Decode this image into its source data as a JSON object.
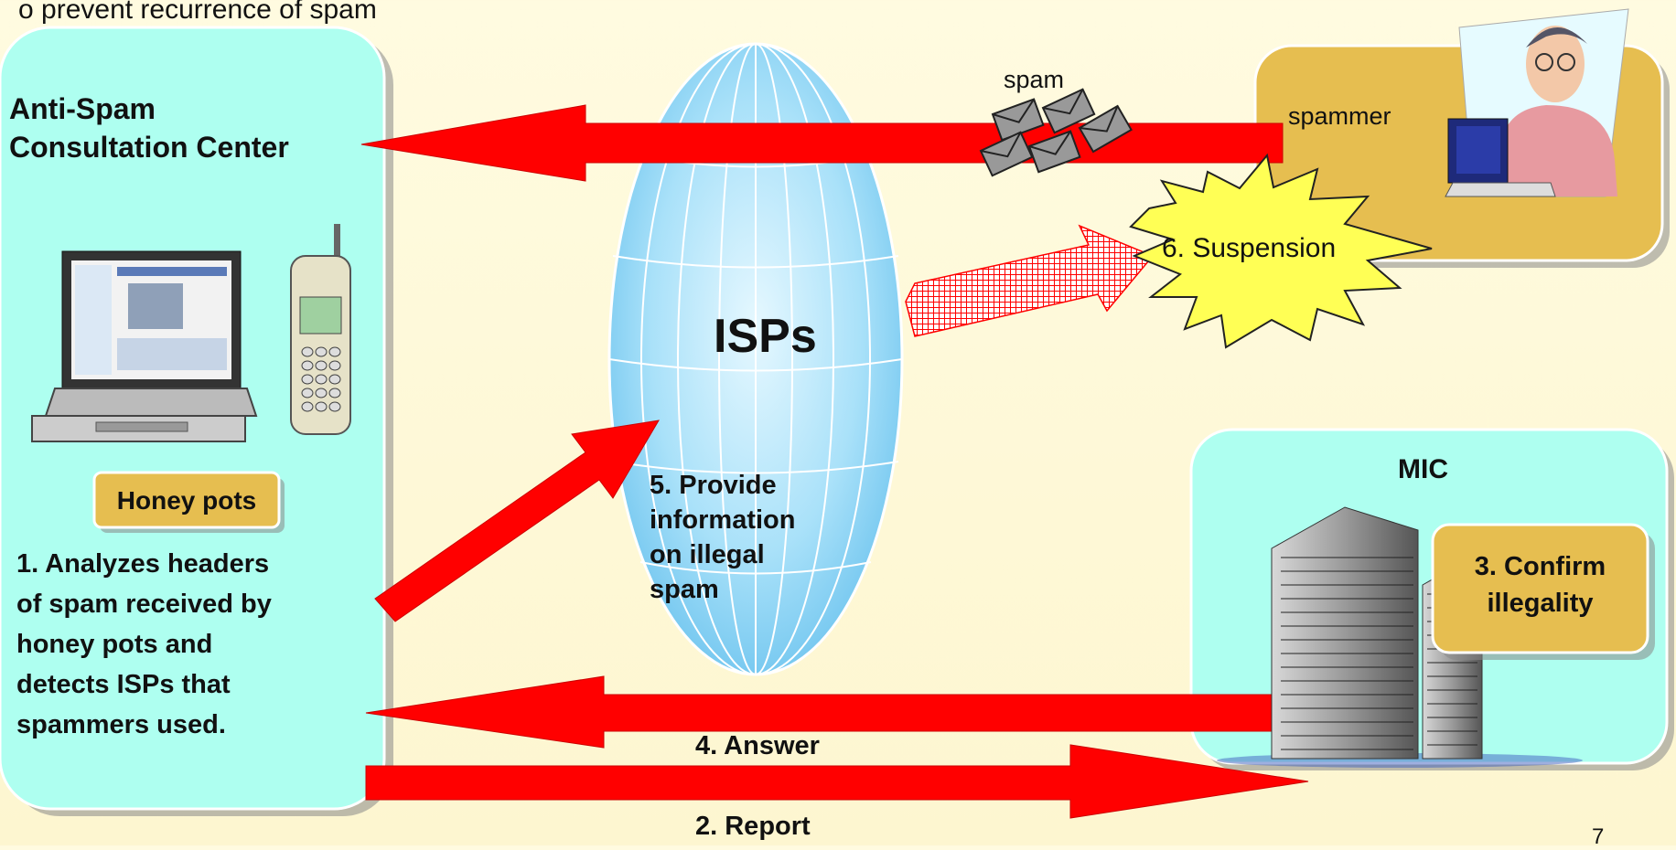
{
  "header_fragment": "o prevent recurrence of spam",
  "anti_spam": {
    "title_line1": "Anti-Spam",
    "title_line2": "Consultation Center",
    "honeypots_label": "Honey pots",
    "step1_lines": [
      "1. Analyzes headers",
      "of spam received by",
      "honey pots and",
      "detects ISPs that",
      "spammers used."
    ]
  },
  "isps": {
    "label": "ISPs",
    "step5_lines": [
      "5. Provide",
      "information",
      "on illegal",
      "spam"
    ]
  },
  "spammer": {
    "spam_label": "spam",
    "label": "spammer"
  },
  "suspension": {
    "label": "6. Suspension"
  },
  "mic": {
    "title": "MIC",
    "step3_lines": [
      "3. Confirm",
      "illegality"
    ]
  },
  "arrows": {
    "answer_label": "4. Answer",
    "report_label": "2. Report"
  },
  "page_number": "7",
  "colors": {
    "arrow_red": "#ff0000",
    "panel_mint": "#aefff0",
    "panel_gold": "#e6be50",
    "globe_blue": "#9fdcf7",
    "burst_yellow": "#ffff55"
  }
}
